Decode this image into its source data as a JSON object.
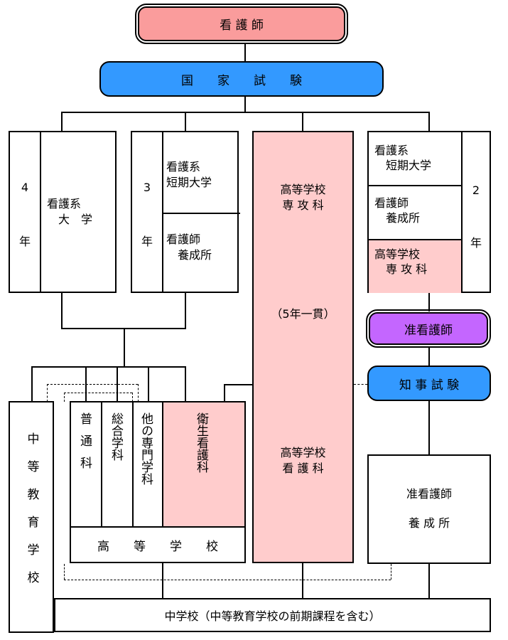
{
  "nodes": {
    "nurse": "看 護 師",
    "national_exam": "国　　家　　試　　験",
    "univ4": {
      "years": "4",
      "label": "看護系\n　大　学",
      "unit": "年"
    },
    "jc3": {
      "years": "3",
      "college": "看護系\n短期大学",
      "school": "看護師\n　養成所",
      "unit": "年"
    },
    "hs_five_year": {
      "label": "高等学校\n専 攻 科",
      "note": "（5年一貫）",
      "lower": "高等学校\n看 護 科"
    },
    "jc2": {
      "college": "看護系\n　短期大学",
      "school": "看護師\n　養成所",
      "advanced": "高等学校\n　専 攻 科",
      "years": "2",
      "unit": "年"
    },
    "assoc_nurse": "准看護師",
    "gov_exam": "知 事 試 験",
    "secondary_school": "中等教育学校",
    "high_school": {
      "general": "普通科",
      "integrated": "総合学科",
      "other": "他の専門学科",
      "nursing": "衛生看護科",
      "label": "高　　等　　学　　校"
    },
    "assoc_school": "准看護師\n\n養 成 所",
    "junior_high": "中学校（中等教育学校の前期課程を含む）"
  },
  "colors": {
    "nurse_fill": "#fa9c9c",
    "exam_fill": "#3399ff",
    "assoc_fill": "#c466ff",
    "pink_fill": "#ffcccc",
    "line": "#000000"
  }
}
